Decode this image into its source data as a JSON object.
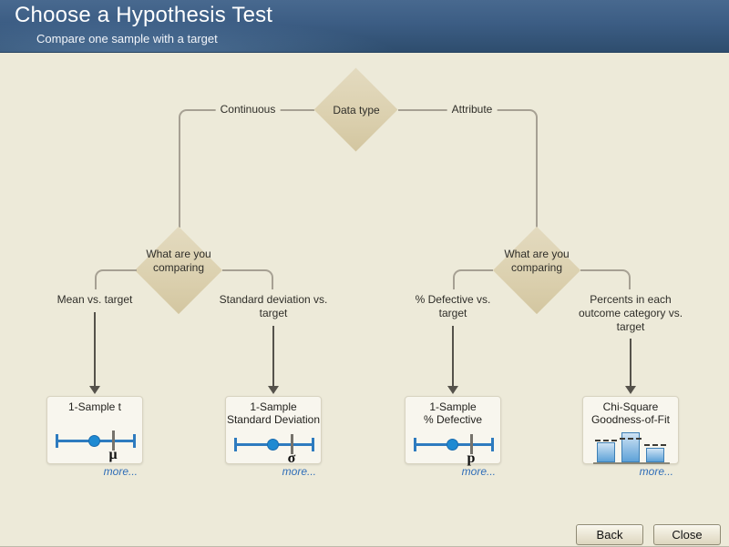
{
  "header": {
    "title": "Choose a Hypothesis Test",
    "subtitle": "Compare one sample with a target"
  },
  "tree": {
    "root_label": "Data type",
    "branch_left": "Continuous",
    "branch_right": "Attribute",
    "decision_left": "What are you comparing",
    "decision_right": "What are you comparing",
    "outcomes": [
      {
        "branch_label": "Mean vs. target",
        "title_lines": [
          "1-Sample t",
          ""
        ],
        "symbol": "μ",
        "more": "more..."
      },
      {
        "branch_label": "Standard deviation vs. target",
        "title_lines": [
          "1-Sample",
          "Standard Deviation"
        ],
        "symbol": "σ",
        "more": "more..."
      },
      {
        "branch_label": "% Defective vs. target",
        "title_lines": [
          "1-Sample",
          "% Defective"
        ],
        "symbol": "p",
        "more": "more..."
      },
      {
        "branch_label": "Percents in each outcome category vs. target",
        "title_lines": [
          "Chi-Square",
          "Goodness-of-Fit"
        ],
        "more": "more..."
      }
    ]
  },
  "footer": {
    "back": "Back",
    "close": "Close"
  },
  "colors": {
    "header-top": "#48698f",
    "header-bottom": "#2e4d6e",
    "canvas": "#edead9",
    "diamond": "#dcd1b0",
    "connector": "#a6a093",
    "arrow": "#55524b",
    "card-bg": "#f8f6ee",
    "blue": "#2e7bbf",
    "dot": "#1f8ad2",
    "link": "#2f6db8",
    "bar-bottom": "#5ea2d8"
  }
}
